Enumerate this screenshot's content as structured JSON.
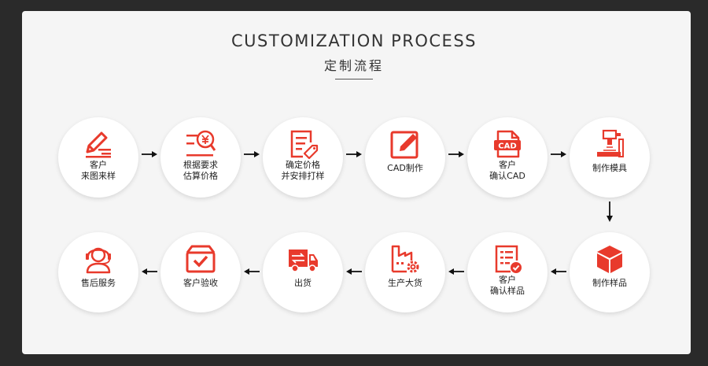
{
  "header": {
    "title_en": "CUSTOMIZATION PROCESS",
    "title_cn": "定制流程"
  },
  "colors": {
    "accent": "#e83a2c",
    "text": "#222222",
    "card": "#f5f5f5"
  },
  "steps": [
    {
      "icon": "pencil-edit-icon",
      "lines": [
        "客户",
        "来图来样"
      ]
    },
    {
      "icon": "price-search-icon",
      "lines": [
        "根据要求",
        "估算价格"
      ]
    },
    {
      "icon": "document-tag-icon",
      "lines": [
        "确定价格",
        "并安排打样"
      ]
    },
    {
      "icon": "cad-edit-icon",
      "lines": [
        "CAD制作"
      ]
    },
    {
      "icon": "cad-file-icon",
      "lines": [
        "客户",
        "确认CAD"
      ]
    },
    {
      "icon": "machine-tool-icon",
      "lines": [
        "制作模具"
      ]
    },
    {
      "icon": "cube-box-icon",
      "lines": [
        "制作样品"
      ]
    },
    {
      "icon": "checklist-approve-icon",
      "lines": [
        "客户",
        "确认样品"
      ]
    },
    {
      "icon": "factory-gear-icon",
      "lines": [
        "生产大货"
      ]
    },
    {
      "icon": "delivery-truck-icon",
      "lines": [
        "出货"
      ]
    },
    {
      "icon": "box-check-icon",
      "lines": [
        "客户验收"
      ]
    },
    {
      "icon": "headset-support-icon",
      "lines": [
        "售后服务"
      ]
    }
  ]
}
